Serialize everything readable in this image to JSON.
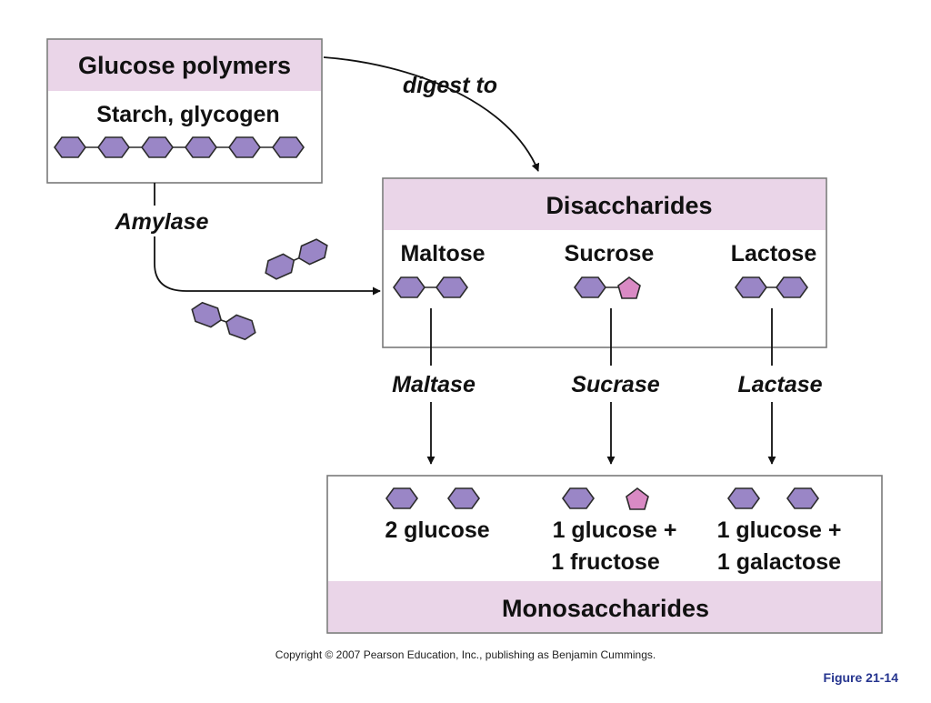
{
  "polymers": {
    "title": "Glucose polymers",
    "subtitle": "Starch, glycogen",
    "digest_label": "digest to",
    "enzyme": "Amylase"
  },
  "disaccharides": {
    "title": "Disaccharides",
    "maltose": "Maltose",
    "sucrose": "Sucrose",
    "lactose": "Lactose"
  },
  "enzymes": {
    "maltase": "Maltase",
    "sucrase": "Sucrase",
    "lactase": "Lactase"
  },
  "monosaccharides": {
    "title": "Monosaccharides",
    "maltose_products": "2 glucose",
    "sucrose_products_line1": "1 glucose +",
    "sucrose_products_line2": "1 fructose",
    "lactose_products_line1": "1 glucose +",
    "lactose_products_line2": "1 galactose"
  },
  "footer": {
    "copyright": "Copyright © 2007 Pearson Education, Inc., publishing as Benjamin Cummings.",
    "figure": "Figure 21-14"
  },
  "colors": {
    "band": "#ead5e8",
    "glucose": "#9a86c6",
    "fructose": "#d98ac4",
    "figure_label": "#26358f"
  },
  "icons": {
    "glucose": "purple-hexagon",
    "fructose": "pink-pentagon"
  }
}
